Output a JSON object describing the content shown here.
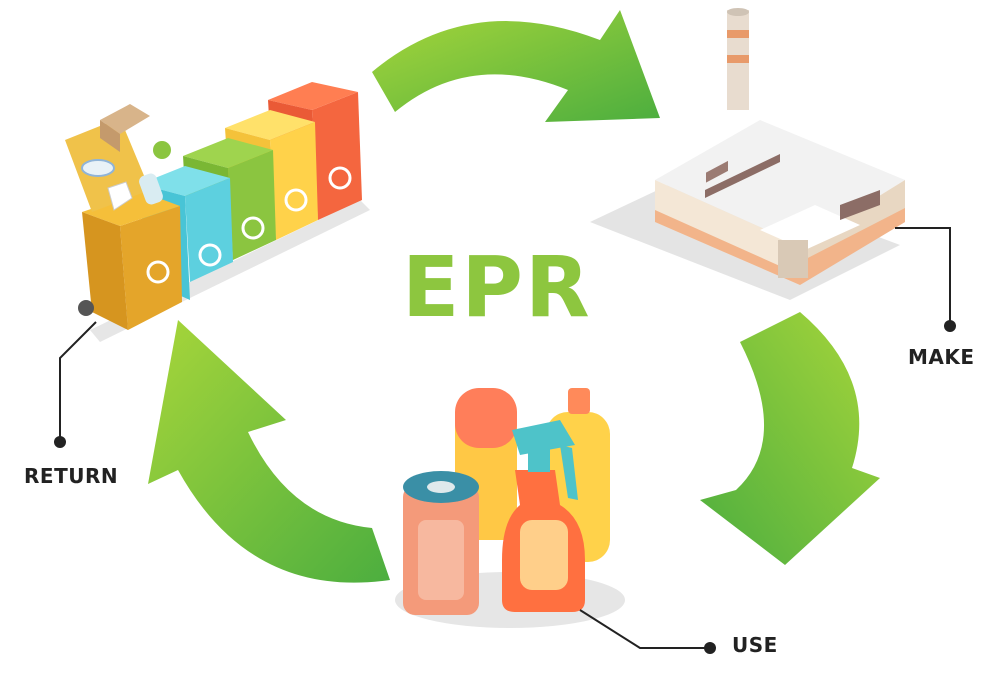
{
  "diagram": {
    "title": "EPR",
    "stages": {
      "make": "MAKE",
      "use": "USE",
      "return": "RETURN"
    }
  },
  "colors": {
    "title_green": "#8dc63f",
    "arrow_green_light": "#9fd23c",
    "arrow_green_dark": "#4cae3f",
    "label_text": "#222222",
    "connector_line": "#222222"
  },
  "icons": [
    "recycling-bins-icon",
    "factory-icon",
    "products-icon",
    "cycle-arrow-icon"
  ]
}
